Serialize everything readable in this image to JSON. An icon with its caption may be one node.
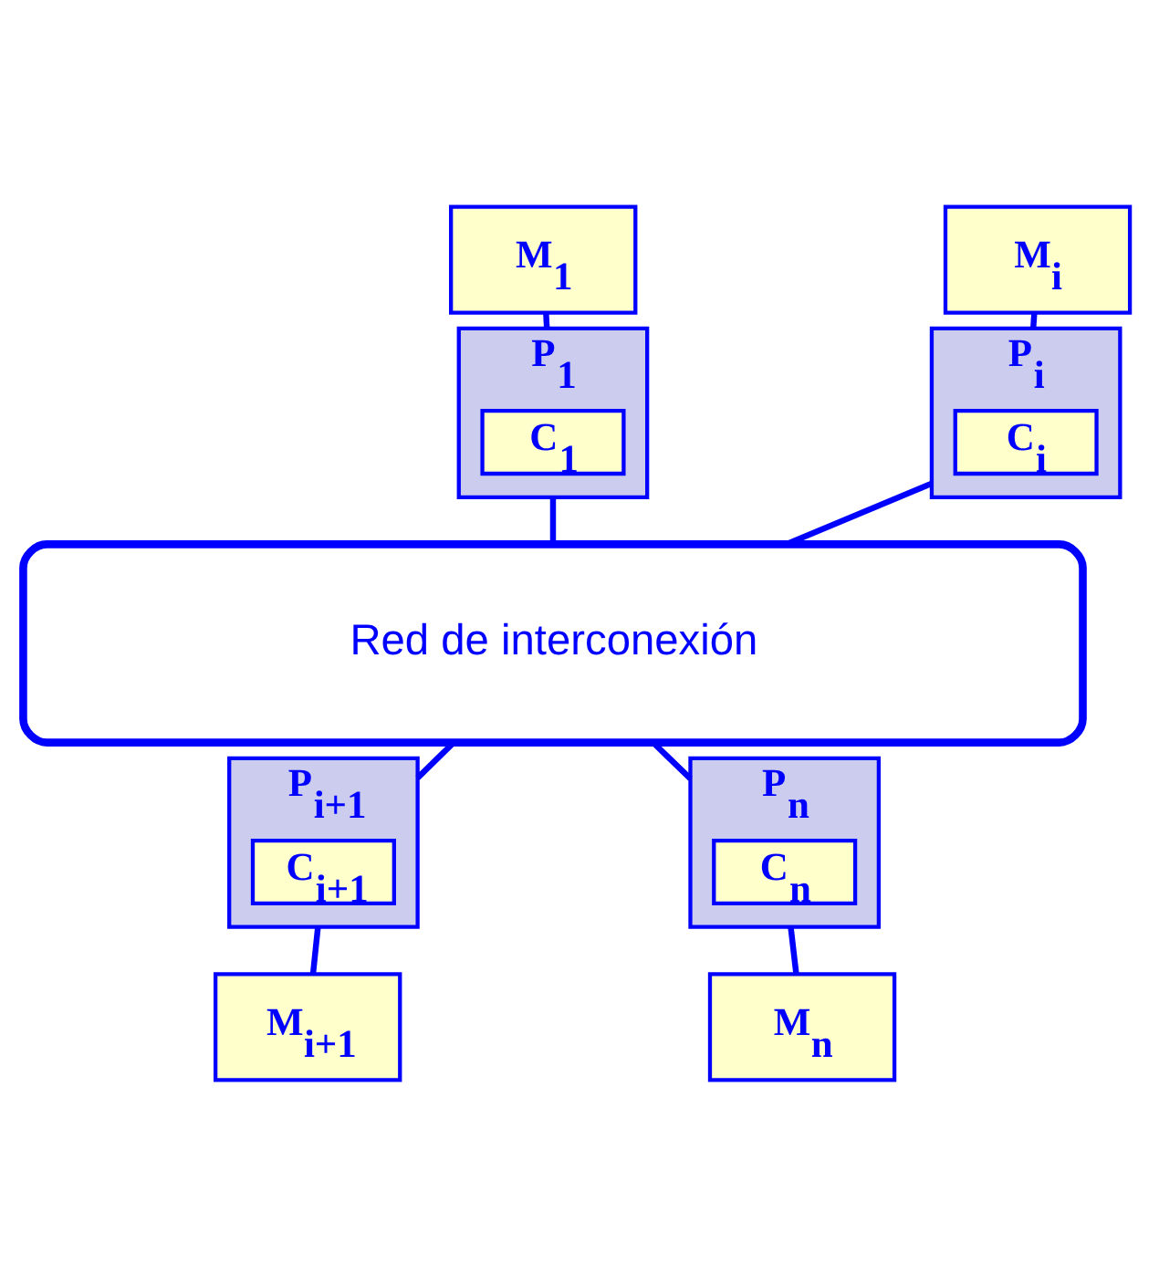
{
  "diagram": {
    "nodes": [
      {
        "text": [
          "M$_{1}$"
        ]
      },
      {
        "text": [
          "P$_{1}$"
        ]
      },
      {
        "text": [
          "C$_{1}$"
        ],
        "in": 1
      },
      {
        "text": [
          "M$_{i}$"
        ]
      },
      {
        "text": [
          "P$_{i}$"
        ]
      },
      {
        "text": [
          "C$_{i}$"
        ],
        "in": 4
      },
      {
        "text": [
          "Red de interconexión"
        ]
      },
      {
        "text": [
          "P$_{i+1}$"
        ]
      },
      {
        "text": [
          "C$_{i+1}$"
        ],
        "in": 7
      },
      {
        "text": [
          "P$_{n}$"
        ]
      },
      {
        "text": [
          "C$_{n}$"
        ],
        "in": 9
      },
      {
        "text": [
          "M$_{i+1}$"
        ]
      },
      {
        "text": [
          "M$_{n}$"
        ]
      }
    ],
    "edges": [
      {
        "from": 0,
        "to": 1,
        "arrow": "none"
      },
      {
        "from": 3,
        "to": 4,
        "arrow": "none"
      },
      {
        "from": 1,
        "to": 6,
        "arrow": "none"
      },
      {
        "from": 4,
        "to": 6,
        "arrow": "none"
      },
      {
        "from": 6,
        "to": 7,
        "arrow": "none"
      },
      {
        "from": 6,
        "to": 9,
        "arrow": "none"
      },
      {
        "from": 7,
        "to": 11,
        "arrow": "none"
      },
      {
        "from": 9,
        "to": 12,
        "arrow": "none"
      }
    ]
  }
}
